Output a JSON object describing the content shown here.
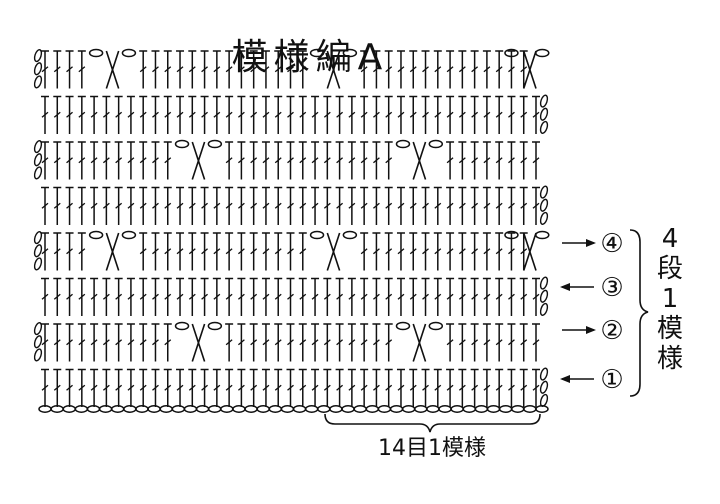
{
  "title": "模様編A",
  "stitch_count_label": "14目1模様",
  "repeat_label_chars": [
    "4",
    "段",
    "1",
    "模",
    "様"
  ],
  "row_markers": [
    {
      "number": "④",
      "direction": "right"
    },
    {
      "number": "③",
      "direction": "left"
    },
    {
      "number": "②",
      "direction": "right"
    },
    {
      "number": "①",
      "direction": "left"
    }
  ],
  "pattern": {
    "stitches_per_row": 41,
    "rows": 8,
    "repeat_stitches": 14,
    "repeat_rows": 4
  },
  "colors": {
    "ink": "#111111",
    "background": "#ffffff"
  }
}
